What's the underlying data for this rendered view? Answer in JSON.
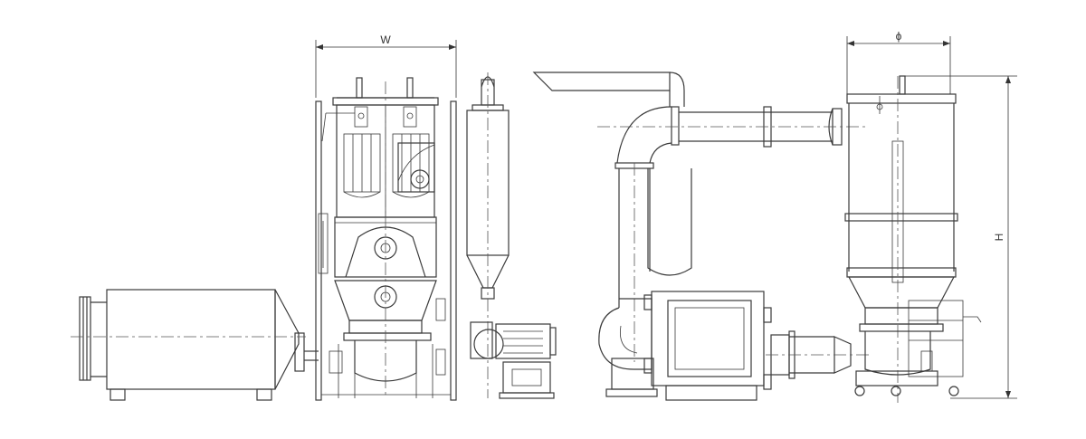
{
  "dimensions": {
    "width_label": "W",
    "diameter_label": "ϕ",
    "height_label": "H"
  },
  "colors": {
    "line": "#3a3a3a",
    "background": "#ffffff"
  }
}
